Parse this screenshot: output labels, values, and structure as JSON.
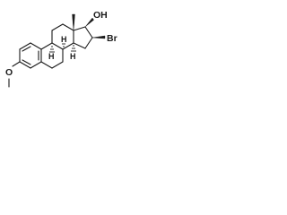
{
  "labels": {
    "methoxy_oxygen": "O",
    "hydroxyl": "OH",
    "bromine": "Br",
    "h_8": "H",
    "h_9": "H",
    "h_14": "H"
  }
}
